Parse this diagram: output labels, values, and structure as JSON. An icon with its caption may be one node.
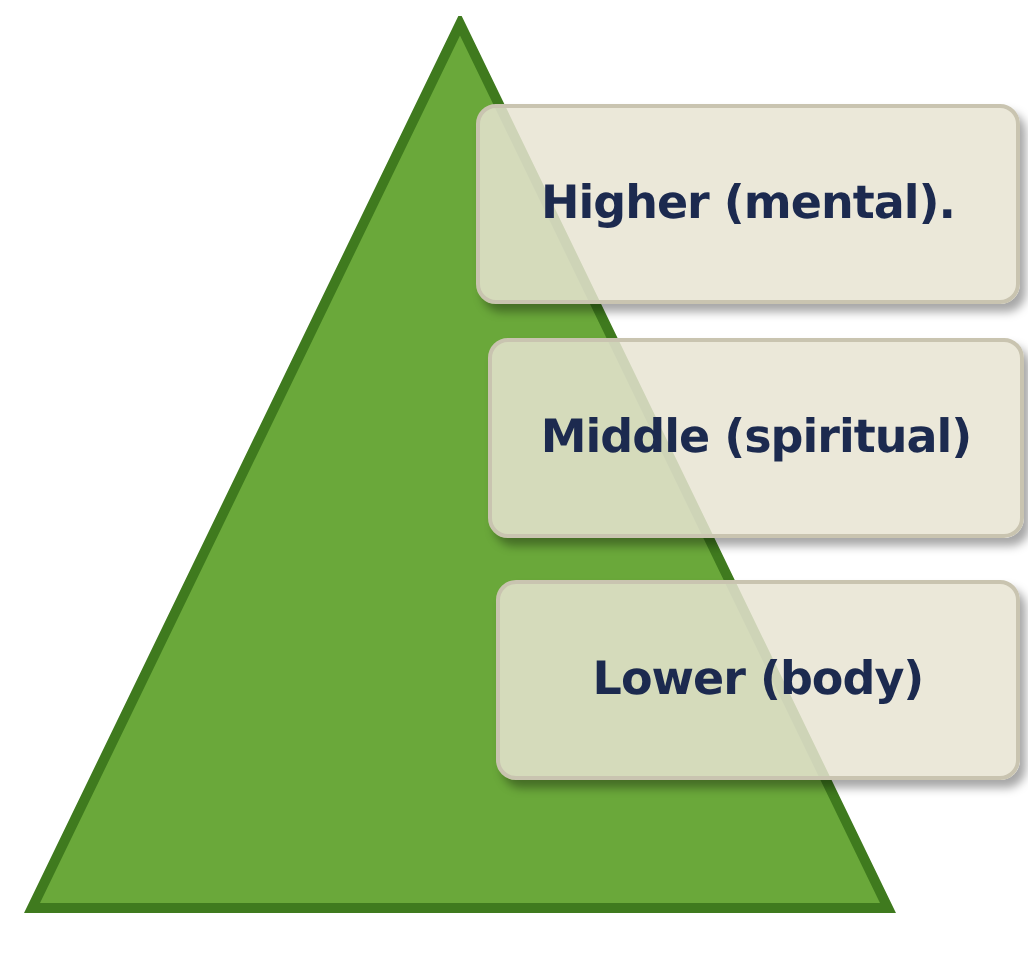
{
  "diagram": {
    "nodes": [
      {
        "text": [],
        "shape": "triangle"
      },
      {
        "text": [
          "Higher (mental)."
        ]
      },
      {
        "text": [
          "Middle (spiritual)"
        ]
      },
      {
        "text": [
          "Lower (body)"
        ]
      }
    ]
  }
}
